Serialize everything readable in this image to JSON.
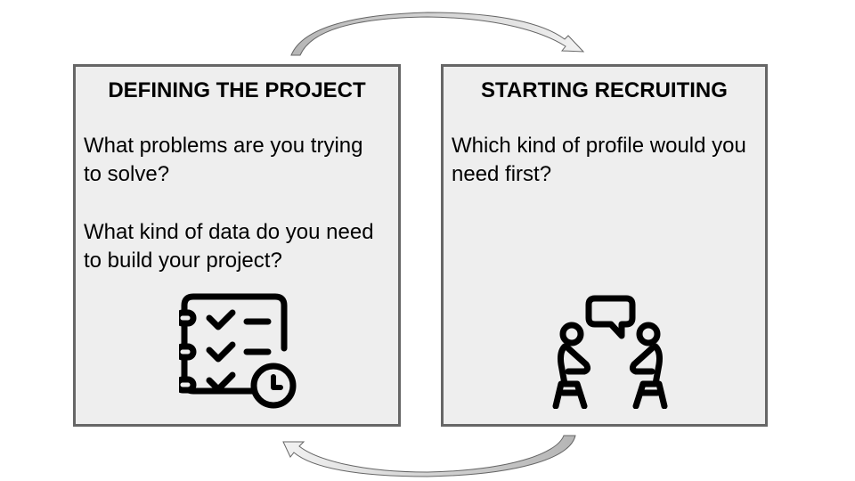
{
  "diagram": {
    "left_box": {
      "title": "DEFINING THE PROJECT",
      "questions": [
        "What problems are you trying to solve?",
        "What kind of data do you need to build your project?"
      ],
      "icon": "checklist-clock-icon"
    },
    "right_box": {
      "title": "STARTING RECRUITING",
      "questions": [
        "Which kind of profile would you need first?"
      ],
      "icon": "interview-conversation-icon"
    },
    "arrows": [
      {
        "from": "left_box",
        "to": "right_box",
        "position": "top"
      },
      {
        "from": "right_box",
        "to": "left_box",
        "position": "bottom"
      }
    ],
    "colors": {
      "box_fill": "#eeeeee",
      "box_border": "#666666",
      "arrow_fill_dark": "#bdbdbd",
      "arrow_fill_light": "#f0f0f0",
      "arrow_stroke": "#666666",
      "text": "#000000"
    }
  }
}
